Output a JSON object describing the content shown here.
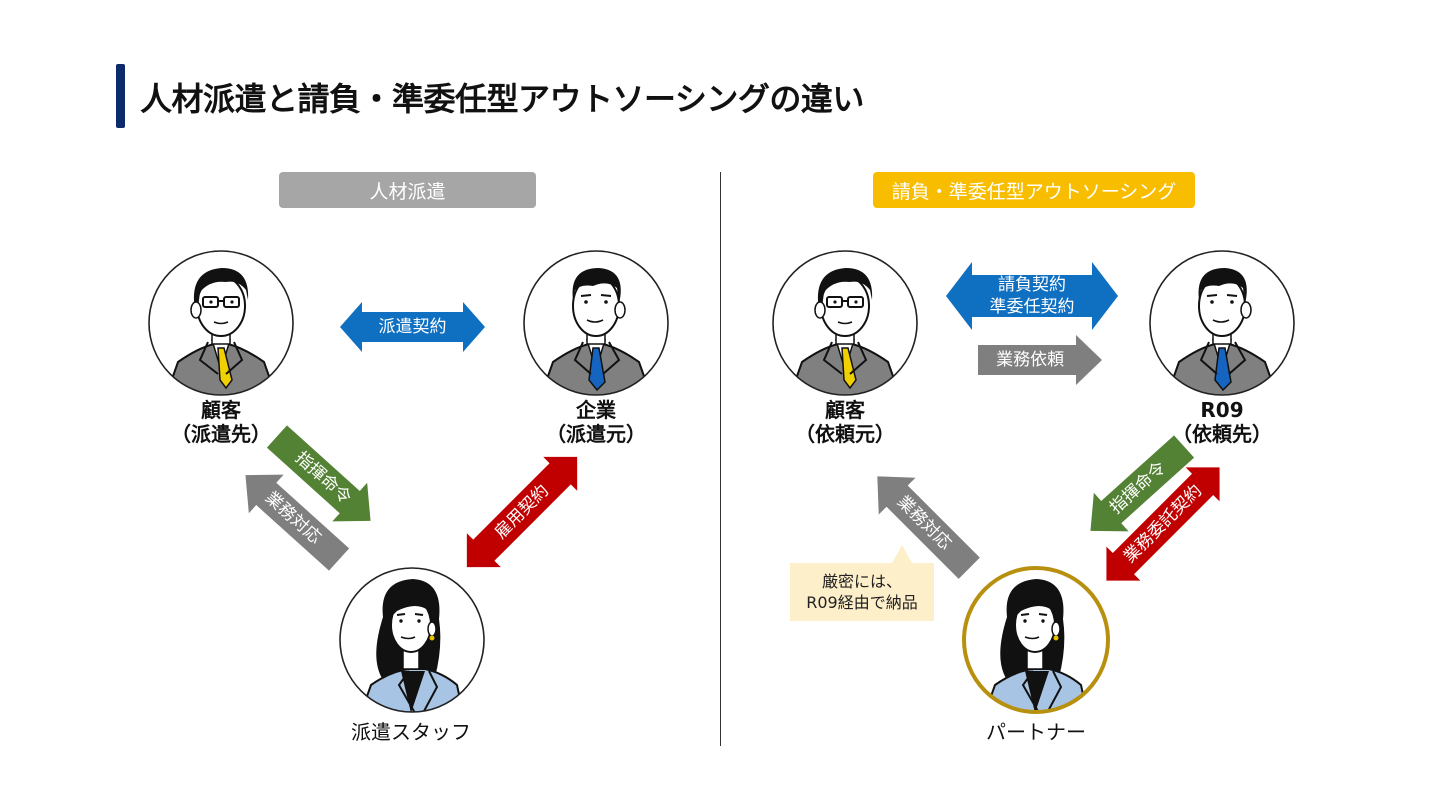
{
  "page": {
    "title": "人材派遣と請負・準委任型アウトソーシングの違い",
    "accent_color": "#0d2a6b"
  },
  "left_panel": {
    "tag": "人材派遣",
    "tag_color": "#a6a6a6",
    "nodes": {
      "client": {
        "name": "顧客",
        "role": "（派遣先）",
        "avatar": "man-glasses-yellow-tie"
      },
      "company": {
        "name": "企業",
        "role": "（派遣元）",
        "avatar": "man-blue-tie"
      },
      "staff": {
        "name": "派遣スタッフ",
        "avatar": "woman-blue-jacket"
      }
    },
    "arrows": {
      "dispatch_contract": {
        "label": "派遣契約",
        "color": "#0f6fc0",
        "direction": "bidirectional"
      },
      "command": {
        "label": "指揮命令",
        "color": "#548235",
        "direction": "client-to-staff"
      },
      "work_response": {
        "label": "業務対応",
        "color": "#7f7f7f",
        "direction": "staff-to-client"
      },
      "employment_contract": {
        "label": "雇用契約",
        "color": "#c00000",
        "direction": "bidirectional"
      }
    }
  },
  "right_panel": {
    "tag": "請負・準委任型アウトソーシング",
    "tag_color": "#f9bd00",
    "nodes": {
      "client": {
        "name": "顧客",
        "role": "（依頼元）",
        "avatar": "man-glasses-yellow-tie"
      },
      "r09": {
        "name": "R09",
        "role": "（依頼先）",
        "avatar": "man-blue-tie"
      },
      "partner": {
        "name": "パートナー",
        "avatar": "woman-blue-jacket",
        "ring_color": "#b8900f"
      }
    },
    "arrows": {
      "contract": {
        "label_line1": "請負契約",
        "label_line2": "準委任契約",
        "color": "#0f6fc0",
        "direction": "bidirectional"
      },
      "work_request": {
        "label": "業務依頼",
        "color": "#7f7f7f",
        "direction": "client-to-r09"
      },
      "command": {
        "label": "指揮命令",
        "color": "#548235",
        "direction": "r09-to-partner"
      },
      "outsourcing_contract": {
        "label": "業務委託契約",
        "color": "#c00000",
        "direction": "bidirectional"
      },
      "work_response": {
        "label": "業務対応",
        "color": "#7f7f7f",
        "direction": "partner-to-client"
      }
    },
    "note": {
      "line1": "厳密には、",
      "line2": "R09経由で納品",
      "color": "#fdefc9"
    }
  }
}
